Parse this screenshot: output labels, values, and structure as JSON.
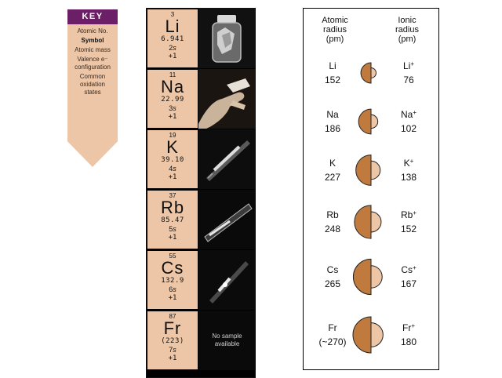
{
  "key": {
    "title": "KEY",
    "lines": [
      "Atomic No.",
      "Symbol",
      "Atomic mass",
      "Valence e⁻",
      "configuration",
      "Common",
      "oxidation",
      "states"
    ]
  },
  "elements": [
    {
      "number": "3",
      "symbol": "Li",
      "mass": "6.941",
      "config_n": "2",
      "config_l": "s",
      "ox": "+1"
    },
    {
      "number": "11",
      "symbol": "Na",
      "mass": "22.99",
      "config_n": "3",
      "config_l": "s",
      "ox": "+1"
    },
    {
      "number": "19",
      "symbol": "K",
      "mass": "39.10",
      "config_n": "4",
      "config_l": "s",
      "ox": "+1"
    },
    {
      "number": "37",
      "symbol": "Rb",
      "mass": "85.47",
      "config_n": "5",
      "config_l": "s",
      "ox": "+1"
    },
    {
      "number": "55",
      "symbol": "Cs",
      "mass": "132.9",
      "config_n": "6",
      "config_l": "s",
      "ox": "+1"
    },
    {
      "number": "87",
      "symbol": "Fr",
      "mass": "(223)",
      "config_n": "7",
      "config_l": "s",
      "ox": "+1"
    }
  ],
  "no_sample_text": [
    "No sample",
    "available"
  ],
  "radii_panel": {
    "atomic_header": [
      "Atomic",
      "radius",
      "(pm)"
    ],
    "ionic_header": [
      "Ionic",
      "radius",
      "(pm)"
    ],
    "rows": [
      {
        "atom": "Li",
        "atomic_radius": "152",
        "atomic_value": 152,
        "ion": "Li",
        "ion_charge": "+",
        "ionic_radius": "76",
        "ionic_value": 76
      },
      {
        "atom": "Na",
        "atomic_radius": "186",
        "atomic_value": 186,
        "ion": "Na",
        "ion_charge": "+",
        "ionic_radius": "102",
        "ionic_value": 102
      },
      {
        "atom": "K",
        "atomic_radius": "227",
        "atomic_value": 227,
        "ion": "K",
        "ion_charge": "+",
        "ionic_radius": "138",
        "ionic_value": 138
      },
      {
        "atom": "Rb",
        "atomic_radius": "248",
        "atomic_value": 248,
        "ion": "Rb",
        "ion_charge": "+",
        "ionic_radius": "152",
        "ionic_value": 152
      },
      {
        "atom": "Cs",
        "atomic_radius": "265",
        "atomic_value": 265,
        "ion": "Cs",
        "ion_charge": "+",
        "ionic_radius": "167",
        "ionic_value": 167
      },
      {
        "atom": "Fr",
        "atomic_radius": "(~270)",
        "atomic_value": 270,
        "ion": "Fr",
        "ion_charge": "+",
        "ionic_radius": "180",
        "ionic_value": 180
      }
    ]
  },
  "colors": {
    "tile": "#ecc6a6",
    "key_header": "#6b1f66",
    "atom_fill": "#c07a3e",
    "ion_fill": "#ecc6a6",
    "outline": "#222222"
  }
}
